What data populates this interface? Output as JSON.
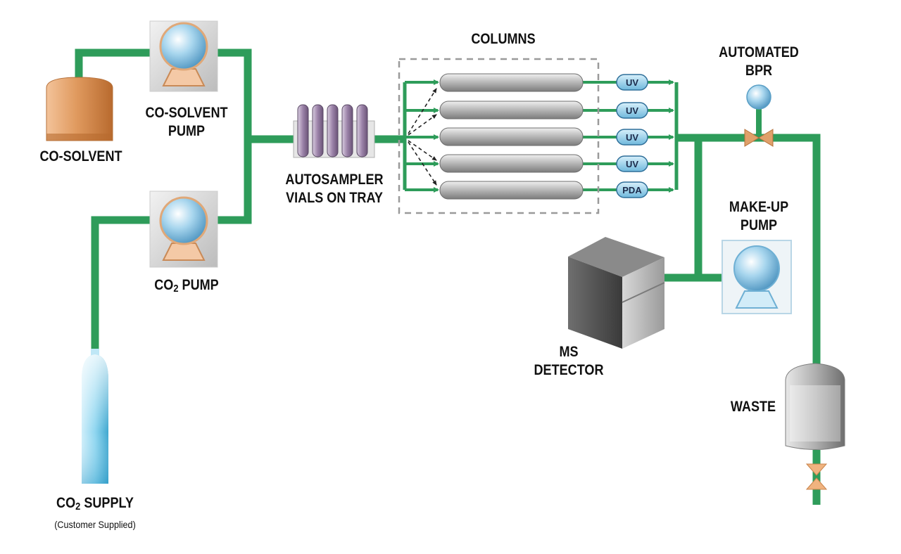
{
  "labels": {
    "co_solvent": "CO-SOLVENT",
    "co_solvent_pump_line1": "CO-SOLVENT",
    "co_solvent_pump_line2": "PUMP",
    "co2_pump_prefix": "CO",
    "co2_pump_sub": "2",
    "co2_pump_suffix": " PUMP",
    "co2_supply_prefix": "CO",
    "co2_supply_sub": "2",
    "co2_supply_suffix": " SUPPLY",
    "co2_supply_note": "(Customer Supplied)",
    "autosampler_line1": "AUTOSAMPLER",
    "autosampler_line2": "VIALS ON TRAY",
    "columns": "COLUMNS",
    "automated_bpr_line1": "AUTOMATED",
    "automated_bpr_line2": "BPR",
    "makeup_pump_line1": "MAKE-UP",
    "makeup_pump_line2": "PUMP",
    "ms_detector_line1": "MS",
    "ms_detector_line2": "DETECTOR",
    "waste": "WASTE"
  },
  "detectors": [
    "UV",
    "UV",
    "UV",
    "UV",
    "PDA"
  ],
  "colors": {
    "tubing": "#2e9c5a",
    "co_solvent_tank": "#d98a4f",
    "pump_sphere": "#8fc6e3",
    "co2_cylinder": "#5cbfe0",
    "column": "#b8b8b8",
    "detector_badge": "#8fcbe6",
    "valve": "#d98a4f"
  }
}
